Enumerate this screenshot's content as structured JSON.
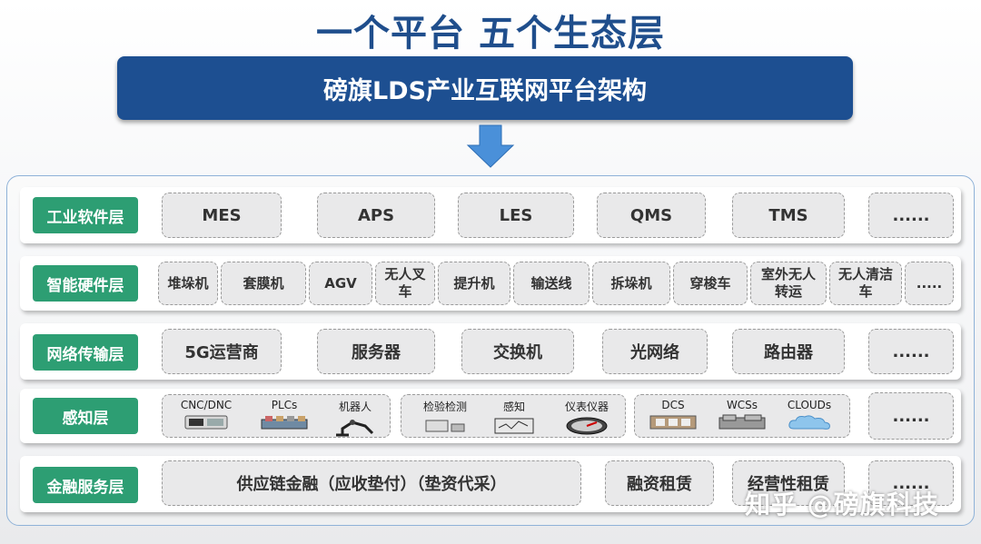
{
  "title": "一个平台 五个生态层",
  "banner": "磅旗LDS产业互联网平台架构",
  "colors": {
    "title": "#1f4e8c",
    "banner": "#1d4f91",
    "label": "#2d9e73",
    "arrow": "#4a90d9"
  },
  "layers": [
    {
      "label": "工业软件层",
      "items": [
        "MES",
        "APS",
        "LES",
        "QMS",
        "TMS",
        "......"
      ]
    },
    {
      "label": "智能硬件层",
      "items": [
        "堆垛机",
        "套膜机",
        "AGV",
        "无人叉\n车",
        "提升机",
        "输送线",
        "拆垛机",
        "穿梭车",
        "室外无人\n转运",
        "无人清洁\n车",
        "....."
      ]
    },
    {
      "label": "网络传输层",
      "items": [
        "5G运营商",
        "服务器",
        "交换机",
        "光网络",
        "路由器",
        "......"
      ]
    },
    {
      "label": "感知层",
      "groups": [
        {
          "items": [
            "CNC/DNC",
            "PLCs",
            "机器人"
          ]
        },
        {
          "items": [
            "检验检测",
            "感知",
            "仪表仪器"
          ]
        },
        {
          "items": [
            "DCS",
            "WCSs",
            "CLOUDs"
          ]
        }
      ],
      "more": "......"
    },
    {
      "label": "金融服务层",
      "items": [
        "供应链金融（应收垫付）（垫资代采）",
        "融资租赁",
        "经营性租赁",
        "......"
      ]
    }
  ],
  "watermark": "知乎 @磅旗科技"
}
